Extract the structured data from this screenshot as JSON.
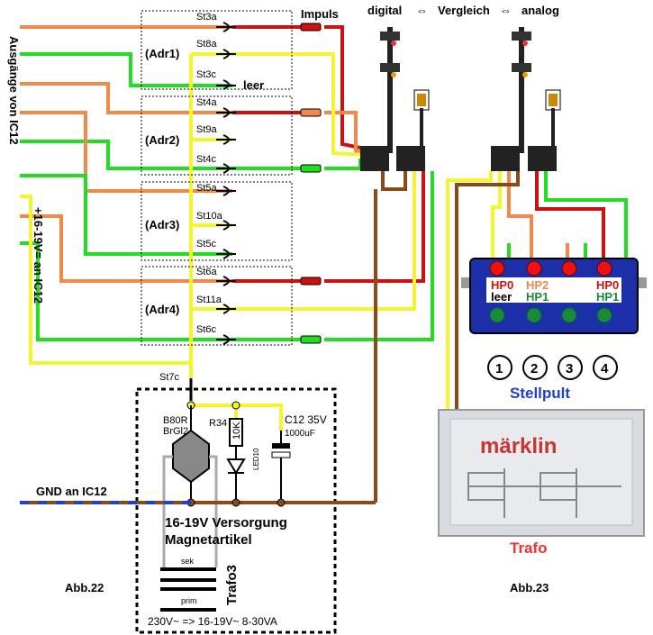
{
  "top_bar": {
    "digital": "digital",
    "vergleich": "Vergleich",
    "analog": "analog",
    "arrows": "⇔"
  },
  "left": {
    "vertical_label": "Ausgänge von IC12",
    "supply_label": "+16-19V= an IC12",
    "gnd_label": "GND an IC12",
    "impuls_label": "Impuls",
    "leer_label": "leer"
  },
  "groups": [
    {
      "name": "(Adr1)",
      "contacts": [
        "St3a",
        "St8a",
        "St3c"
      ]
    },
    {
      "name": "(Adr2)",
      "contacts": [
        "St4a",
        "St9a",
        "St4c"
      ]
    },
    {
      "name": "(Adr3)",
      "contacts": [
        "St5a",
        "St10a",
        "St5c"
      ]
    },
    {
      "name": "(Adr4)",
      "contacts": [
        "St6a",
        "St11a",
        "St6c"
      ]
    }
  ],
  "power": {
    "st7c": "St7c",
    "bridge": [
      "B80R",
      "BrGl2"
    ],
    "r34": "R34",
    "r_value": "10K",
    "led": "LED10",
    "cap_name": "C12 35V",
    "cap_value": "1000uF",
    "title_line1": "16-19V Versorgung",
    "title_line2": "Magnetartikel",
    "trafo_label": "Trafo3",
    "sek": "sek",
    "prim": "prim",
    "spec": "230V~ => 16-19V~ 8-30VA"
  },
  "figures": {
    "abb22": "Abb.22",
    "abb23": "Abb.23"
  },
  "stellpult": {
    "title": "Stellpult",
    "hp0": "HP0",
    "hp1": "HP1",
    "hp2": "HP2",
    "leer": "leer",
    "numbers": [
      "1",
      "2",
      "3",
      "4"
    ]
  },
  "trafo": {
    "brand": "märklin",
    "title": "Trafo"
  },
  "colors": {
    "orange": "#f08a4b",
    "green": "#22dd22",
    "yellow": "#f4f430",
    "red": "#cc1111",
    "brown": "#8b4a16",
    "blue": "#1e40d6",
    "navy": "#1c2ea8"
  }
}
